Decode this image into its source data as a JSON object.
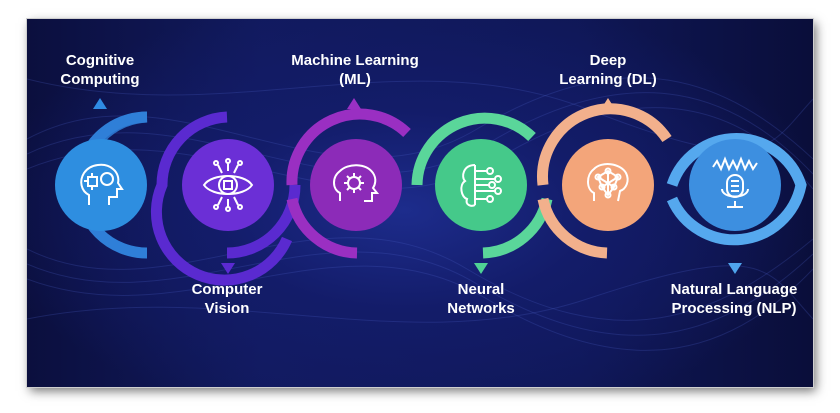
{
  "steps": [
    {
      "line1": "Cognitive",
      "line2": "Computing",
      "icon": "head-gear-icon",
      "color": "#2e8ee0",
      "ring": "#2f7fd8",
      "label_pos": "top"
    },
    {
      "line1": "Computer",
      "line2": "Vision",
      "icon": "eye-chip-icon",
      "color": "#6b2fd6",
      "ring": "#5a2ad0",
      "label_pos": "bottom"
    },
    {
      "line1": "Machine Learning",
      "line2": "(ML)",
      "icon": "brain-gear-icon",
      "color": "#8c2bb8",
      "ring": "#9a2fc2",
      "label_pos": "top"
    },
    {
      "line1": "Neural",
      "line2": "Networks",
      "icon": "neural-network-icon",
      "color": "#45c98a",
      "ring": "#5ad69a",
      "label_pos": "bottom"
    },
    {
      "line1": "Deep",
      "line2": "Learning (DL)",
      "icon": "brain-network-icon",
      "color": "#f3a57a",
      "ring": "#f2b08c",
      "label_pos": "top"
    },
    {
      "line1": "Natural Language",
      "line2": "Processing (NLP)",
      "icon": "microphone-wave-icon",
      "color": "#3d8fe0",
      "ring": "#55a8ee",
      "label_pos": "bottom"
    }
  ]
}
